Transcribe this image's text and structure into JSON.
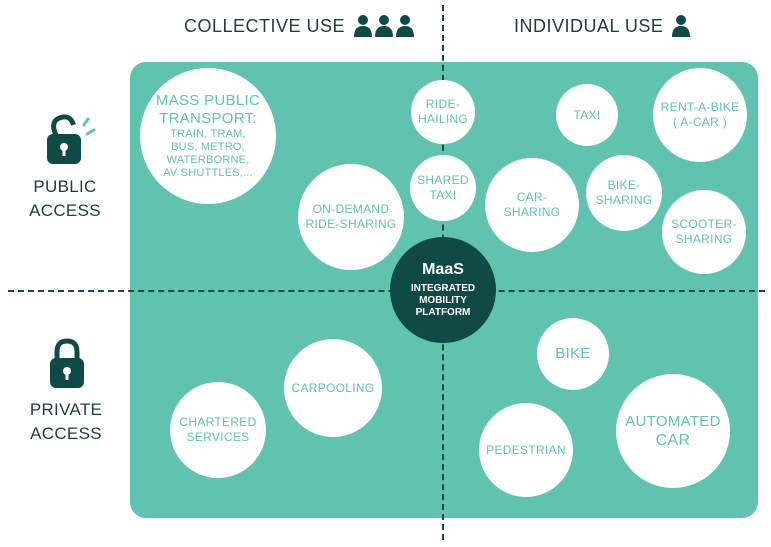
{
  "headers": {
    "collective": "COLLECTIVE USE",
    "individual": "INDIVIDUAL USE"
  },
  "rows": {
    "public": "PUBLIC\nACCESS",
    "private": "PRIVATE\nACCESS"
  },
  "center": {
    "title": "MaaS",
    "subtitle": "INTEGRATED\nMOBILITY\nPLATFORM"
  },
  "nodes": {
    "mass_transport_title": "MASS PUBLIC\nTRANSPORT:",
    "mass_transport_list": "TRAIN, TRAM,\nBUS, METRO,\nWATERBORNE,\nAV SHUTTLES,...",
    "ride_hailing": "RIDE-\nHAILING",
    "shared_taxi": "SHARED\nTAXI",
    "on_demand": "ON-DEMAND\nRIDE-SHARING",
    "taxi": "TAXI",
    "rent_a_bike": "RENT-A-BIKE\n( A-CAR )",
    "car_sharing": "CAR-\nSHARING",
    "bike_sharing": "BIKE-\nSHARING",
    "scooter_sharing": "SCOOTER-\nSHARING",
    "carpooling": "CARPOOLING",
    "chartered": "CHARTERED\nSERVICES",
    "bike": "BIKE",
    "pedestrian": "PEDESTRIAN",
    "automated_car_1": "AUTOMATED",
    "automated_car_2": "CAR"
  },
  "colors": {
    "panel": "#5fc3ad",
    "dark": "#0f4a47",
    "text": "#1f3b3f"
  },
  "icons": [
    "people-group-icon",
    "person-icon",
    "unlocked-padlock-icon",
    "locked-padlock-icon"
  ]
}
